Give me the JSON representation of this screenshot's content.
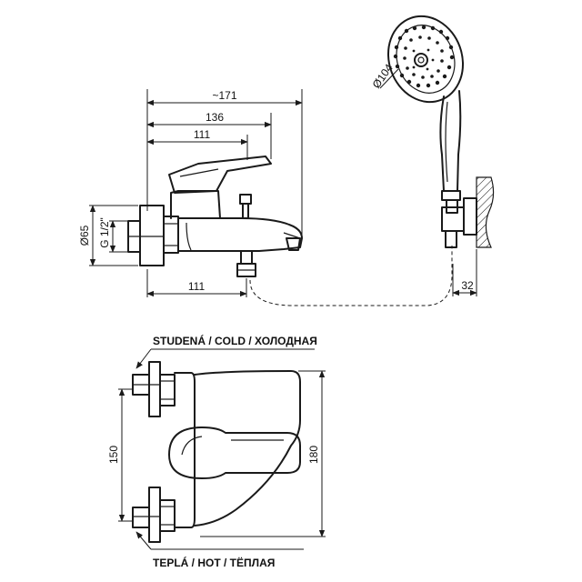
{
  "dimensions": {
    "overall_length": "~171",
    "spout_length": "136",
    "lever_length": "111",
    "wall_to_outlet": "111",
    "rosette_diameter": "Ø65",
    "thread": "G 1/2\"",
    "shower_head_diameter": "Ø104",
    "holder_offset": "32",
    "inlet_spacing": "150",
    "body_height": "180"
  },
  "labels": {
    "cold": "STUDENÁ / COLD / ХОЛОДНАЯ",
    "hot": "TEPLÁ / HOT / ТЁПЛАЯ"
  },
  "colors": {
    "line": "#1a1a1a",
    "background": "#ffffff"
  }
}
